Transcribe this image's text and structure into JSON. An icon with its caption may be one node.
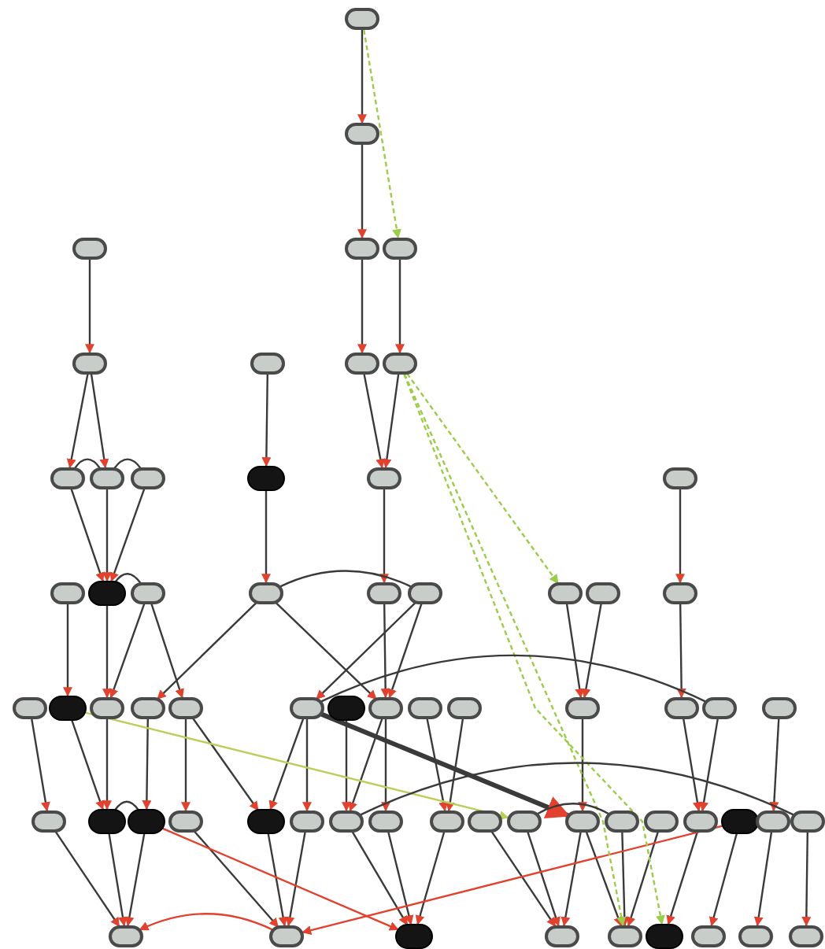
{
  "diagram": {
    "nodes": [
      {
        "text": [],
        "shape": "ellipse"
      },
      {
        "text": [],
        "shape": "ellipse"
      },
      {
        "text": [],
        "shape": "ellipse"
      },
      {
        "text": [],
        "shape": "ellipse"
      },
      {
        "text": [],
        "shape": "ellipse"
      },
      {
        "text": [],
        "shape": "ellipse"
      },
      {
        "text": [],
        "shape": "ellipse"
      },
      {
        "text": [],
        "shape": "ellipse"
      },
      {
        "text": [],
        "shape": "ellipse"
      },
      {
        "text": [],
        "shape": "ellipse"
      },
      {
        "text": [],
        "shape": "ellipse"
      },
      {
        "text": [],
        "shape": "ellipse"
      },
      {
        "text": [],
        "shape": "disc"
      },
      {
        "text": [],
        "shape": "ellipse"
      },
      {
        "text": [],
        "shape": "ellipse"
      },
      {
        "text": [],
        "shape": "ellipse"
      },
      {
        "text": [],
        "shape": "disc"
      },
      {
        "text": [],
        "shape": "ellipse"
      },
      {
        "text": [],
        "shape": "ellipse"
      },
      {
        "text": [],
        "shape": "ellipse"
      },
      {
        "text": [],
        "shape": "ellipse"
      },
      {
        "text": [],
        "shape": "ellipse"
      },
      {
        "text": [],
        "shape": "ellipse"
      },
      {
        "text": [],
        "shape": "ellipse"
      },
      {
        "text": [],
        "shape": "ellipse"
      },
      {
        "text": [],
        "shape": "disc"
      },
      {
        "text": [],
        "shape": "ellipse"
      },
      {
        "text": [],
        "shape": "ellipse"
      },
      {
        "text": [],
        "shape": "ellipse"
      },
      {
        "text": [],
        "shape": "ellipse"
      },
      {
        "text": [],
        "shape": "disc"
      },
      {
        "text": [],
        "shape": "ellipse"
      },
      {
        "text": [],
        "shape": "ellipse"
      },
      {
        "text": [],
        "shape": "ellipse"
      },
      {
        "text": [],
        "shape": "ellipse"
      },
      {
        "text": [],
        "shape": "ellipse"
      },
      {
        "text": [],
        "shape": "ellipse"
      },
      {
        "text": [],
        "shape": "ellipse"
      },
      {
        "text": [],
        "shape": "ellipse"
      },
      {
        "text": [],
        "shape": "disc"
      },
      {
        "text": [],
        "shape": "disc"
      },
      {
        "text": [],
        "shape": "ellipse"
      },
      {
        "text": [],
        "shape": "disc"
      },
      {
        "text": [],
        "shape": "ellipse"
      },
      {
        "text": [],
        "shape": "ellipse"
      },
      {
        "text": [],
        "shape": "ellipse"
      },
      {
        "text": [],
        "shape": "ellipse"
      },
      {
        "text": [],
        "shape": "ellipse"
      },
      {
        "text": [],
        "shape": "ellipse"
      },
      {
        "text": [],
        "shape": "ellipse"
      },
      {
        "text": [],
        "shape": "ellipse"
      },
      {
        "text": [],
        "shape": "ellipse"
      },
      {
        "text": [],
        "shape": "ellipse"
      },
      {
        "text": [],
        "shape": "disc"
      },
      {
        "text": [],
        "shape": "ellipse"
      },
      {
        "text": [],
        "shape": "ellipse"
      },
      {
        "text": [],
        "shape": "ellipse"
      },
      {
        "text": [],
        "shape": "ellipse"
      },
      {
        "text": [],
        "shape": "disc"
      },
      {
        "text": [],
        "shape": "ellipse"
      },
      {
        "text": [],
        "shape": "ellipse"
      },
      {
        "text": [],
        "shape": "disc"
      },
      {
        "text": [],
        "shape": "ellipse"
      },
      {
        "text": [],
        "shape": "ellipse"
      },
      {
        "text": [],
        "shape": "ellipse"
      }
    ],
    "edges": [
      {
        "from": 0,
        "to": 1,
        "arrow": "to"
      },
      {
        "from": 1,
        "to": 3,
        "arrow": "to"
      },
      {
        "from": 3,
        "to": 7,
        "arrow": "to"
      },
      {
        "from": 2,
        "to": 5,
        "arrow": "to"
      },
      {
        "from": 5,
        "to": 9,
        "arrow": "to"
      },
      {
        "from": 5,
        "to": 10,
        "arrow": "to"
      },
      {
        "from": 4,
        "to": 8,
        "arrow": "to"
      },
      {
        "from": 7,
        "to": 13,
        "arrow": "to"
      },
      {
        "from": 8,
        "to": 13,
        "arrow": "to"
      },
      {
        "from": 6,
        "to": 12,
        "arrow": "to"
      },
      {
        "from": 9,
        "to": 16,
        "arrow": "to"
      },
      {
        "from": 10,
        "to": 16,
        "arrow": "to"
      },
      {
        "from": 11,
        "to": 16,
        "arrow": "to"
      },
      {
        "from": 12,
        "to": 18,
        "arrow": "to"
      },
      {
        "from": 13,
        "to": 19,
        "arrow": "to"
      },
      {
        "from": 14,
        "to": 23,
        "arrow": "to"
      },
      {
        "from": 15,
        "to": 25,
        "arrow": "to"
      },
      {
        "from": 16,
        "to": 26,
        "arrow": "to"
      },
      {
        "from": 17,
        "to": 26,
        "arrow": "to"
      },
      {
        "from": 17,
        "to": 28,
        "arrow": "to"
      },
      {
        "from": 18,
        "to": 27,
        "arrow": "to"
      },
      {
        "from": 18,
        "to": 31,
        "arrow": "to"
      },
      {
        "from": 19,
        "to": 31,
        "arrow": "to"
      },
      {
        "from": 20,
        "to": 31,
        "arrow": "to"
      },
      {
        "from": 20,
        "to": 29,
        "arrow": "to"
      },
      {
        "from": 21,
        "to": 34,
        "arrow": "to"
      },
      {
        "from": 22,
        "to": 34,
        "arrow": "to"
      },
      {
        "from": 23,
        "to": 35,
        "arrow": "to"
      },
      {
        "from": 24,
        "to": 38,
        "arrow": "to"
      },
      {
        "from": 25,
        "to": 39,
        "arrow": "to"
      },
      {
        "from": 26,
        "to": 39,
        "arrow": "to"
      },
      {
        "from": 27,
        "to": 40,
        "arrow": "to"
      },
      {
        "from": 28,
        "to": 41,
        "arrow": "to"
      },
      {
        "from": 28,
        "to": 42,
        "arrow": "to"
      },
      {
        "from": 29,
        "to": 42,
        "arrow": "to"
      },
      {
        "from": 29,
        "to": 43,
        "arrow": "to"
      },
      {
        "from": 30,
        "to": 44,
        "arrow": "to"
      },
      {
        "from": 31,
        "to": 44,
        "arrow": "to"
      },
      {
        "from": 31,
        "to": 45,
        "arrow": "to"
      },
      {
        "from": 32,
        "to": 46,
        "arrow": "to"
      },
      {
        "from": 33,
        "to": 46,
        "arrow": "to"
      },
      {
        "from": 34,
        "to": 49,
        "arrow": "to"
      },
      {
        "from": 35,
        "to": 52,
        "arrow": "to"
      },
      {
        "from": 36,
        "to": 52,
        "arrow": "to"
      },
      {
        "from": 37,
        "to": 54,
        "arrow": "to"
      },
      {
        "from": 38,
        "to": 56,
        "arrow": "to"
      },
      {
        "from": 39,
        "to": 56,
        "arrow": "to"
      },
      {
        "from": 40,
        "to": 56,
        "arrow": "to"
      },
      {
        "from": 41,
        "to": 57,
        "arrow": "to"
      },
      {
        "from": 42,
        "to": 57,
        "arrow": "to"
      },
      {
        "from": 43,
        "to": 57,
        "arrow": "to"
      },
      {
        "from": 44,
        "to": 58,
        "arrow": "to"
      },
      {
        "from": 45,
        "to": 58,
        "arrow": "to"
      },
      {
        "from": 46,
        "to": 58,
        "arrow": "to"
      },
      {
        "from": 47,
        "to": 59,
        "arrow": "to"
      },
      {
        "from": 48,
        "to": 59,
        "arrow": "to"
      },
      {
        "from": 49,
        "to": 59,
        "arrow": "to"
      },
      {
        "from": 49,
        "to": 60,
        "arrow": "to"
      },
      {
        "from": 50,
        "to": 60,
        "arrow": "to"
      },
      {
        "from": 51,
        "to": 60,
        "arrow": "to"
      },
      {
        "from": 52,
        "to": 61,
        "arrow": "to"
      },
      {
        "from": 53,
        "to": 62,
        "arrow": "to"
      },
      {
        "from": 54,
        "to": 63,
        "arrow": "to"
      },
      {
        "from": 55,
        "to": 64,
        "arrow": "to"
      },
      {
        "from": 57,
        "to": 56,
        "arrow": "to",
        "color": "#e2412e"
      },
      {
        "from": 53,
        "to": 57,
        "arrow": "to",
        "color": "#e2412e"
      },
      {
        "from": 40,
        "to": 58,
        "arrow": "to",
        "color": "#e2412e"
      },
      {
        "from": 25,
        "to": 48,
        "arrow": "to",
        "color": "#b8cf5a"
      },
      {
        "from": 29,
        "to": 49,
        "arrow": "to",
        "style": "thick"
      },
      {
        "from": 0,
        "to": 4,
        "arrow": "to",
        "style": "dashed",
        "color": "#9ccc4a"
      },
      {
        "from": 8,
        "to": 61,
        "arrow": "to",
        "style": "dashed",
        "color": "#9ccc4a"
      },
      {
        "from": 8,
        "to": 60,
        "arrow": "to",
        "style": "dashed",
        "color": "#9ccc4a"
      },
      {
        "from": 8,
        "to": 21,
        "arrow": "to",
        "style": "dashed",
        "color": "#9ccc4a"
      },
      {
        "from": 9,
        "to": 10,
        "arrow": "none"
      },
      {
        "from": 10,
        "to": 11,
        "arrow": "none"
      },
      {
        "from": 16,
        "to": 17,
        "arrow": "none"
      },
      {
        "from": 18,
        "to": 20,
        "arrow": "none"
      },
      {
        "from": 29,
        "to": 36,
        "arrow": "none"
      },
      {
        "from": 44,
        "to": 55,
        "arrow": "none"
      },
      {
        "from": 39,
        "to": 40,
        "arrow": "none"
      },
      {
        "from": 48,
        "to": 50,
        "arrow": "none"
      }
    ]
  }
}
